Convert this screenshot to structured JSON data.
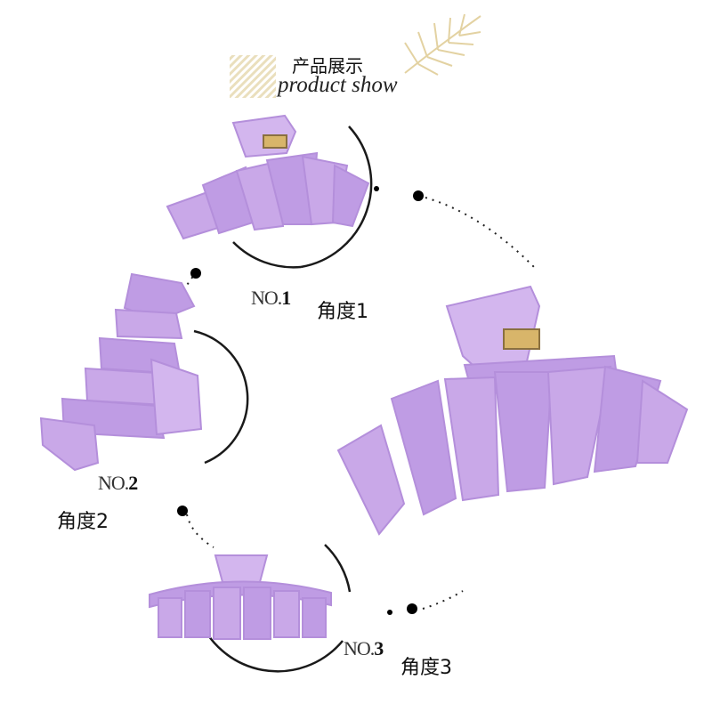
{
  "header": {
    "title_cn": "产品展示",
    "title_en": "product show"
  },
  "views": [
    {
      "number_prefix": "NO.",
      "number": "1",
      "label": "角度1"
    },
    {
      "number_prefix": "NO.",
      "number": "2",
      "label": "角度2"
    },
    {
      "number_prefix": "NO.",
      "number": "3",
      "label": "角度3"
    }
  ],
  "colors": {
    "clip_fill": "#c9a8e8",
    "clip_shadow": "#b48fdb",
    "clip_highlight": "#dcc4f2",
    "spring": "#d8b56a",
    "frame": "#1a1a1a",
    "dot": "#000000",
    "leaf": "#e8d9b0"
  },
  "icons": [
    "palm-leaf-icon",
    "diagonal-stripes-icon",
    "hair-claw-clip"
  ]
}
